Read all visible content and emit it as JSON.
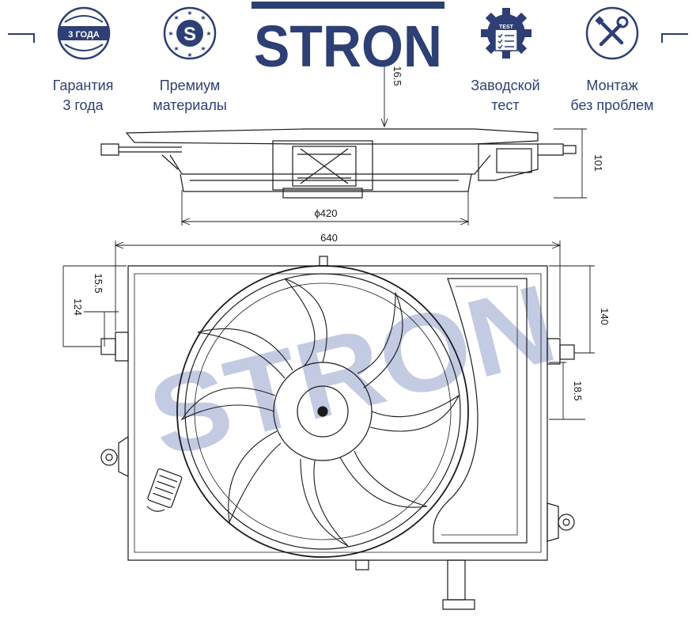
{
  "brand": {
    "name": "STRON",
    "color": "#2d3f74"
  },
  "features": [
    {
      "badge_icon": "warranty-badge-icon",
      "badge_text": "3 ГОДА",
      "label_line1": "Гарантия",
      "label_line2": "3 года"
    },
    {
      "badge_icon": "premium-s-badge-icon",
      "badge_text": "S",
      "label_line1": "Премиум",
      "label_line2": "материалы"
    },
    {
      "badge_icon": "factory-test-gear-icon",
      "badge_text": "TEST",
      "label_line1": "Заводской",
      "label_line2": "тест"
    },
    {
      "badge_icon": "wrench-screwdriver-icon",
      "label_line1": "Монтаж",
      "label_line2": "без проблем"
    }
  ],
  "dimensions": {
    "top_offset": "16.5",
    "side_height": "101",
    "fan_diameter": "ϕ420",
    "total_width": "640",
    "left_offset_small": "15.5",
    "left_height": "124",
    "right_height": "140",
    "right_offset": "18.5"
  },
  "watermark": {
    "text": "STRON",
    "color": "#b9c2de"
  },
  "colors": {
    "accent": "#2d3f74",
    "line": "#1a1a1a",
    "watermark": "#b9c2de"
  }
}
